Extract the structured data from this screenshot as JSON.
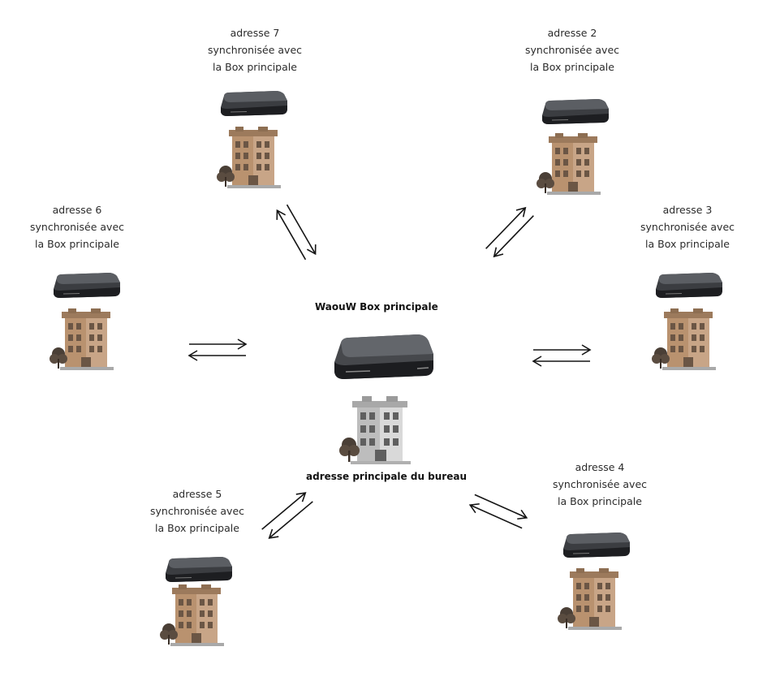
{
  "center": {
    "title": "WaouW Box principale",
    "subtitle": "adresse principale du bureau",
    "colors": {
      "box_body": "#45474b",
      "box_dark": "#1e1f22",
      "building": "#c9c9c9"
    }
  },
  "nodes": [
    {
      "id": "adresse-7",
      "lines": [
        "adresse 7",
        "synchronisée avec",
        "la Box principale"
      ]
    },
    {
      "id": "adresse-2",
      "lines": [
        "adresse 2",
        "synchronisée avec",
        "la Box principale"
      ]
    },
    {
      "id": "adresse-6",
      "lines": [
        "adresse 6",
        "synchronisée avec",
        "la Box principale"
      ]
    },
    {
      "id": "adresse-3",
      "lines": [
        "adresse 3",
        "synchronisée avec",
        "la Box principale"
      ]
    },
    {
      "id": "adresse-5",
      "lines": [
        "adresse 5",
        "synchronisée avec",
        "la Box principale"
      ]
    },
    {
      "id": "adresse-4",
      "lines": [
        "adresse 4",
        "synchronisée avec",
        "la Box principale"
      ]
    }
  ],
  "colors": {
    "arrow": "#151515",
    "building": "#c8a587",
    "box": "#3d3f43"
  },
  "icons": [
    "router-icon",
    "building-icon",
    "tree-icon",
    "sync-arrows-icon"
  ]
}
